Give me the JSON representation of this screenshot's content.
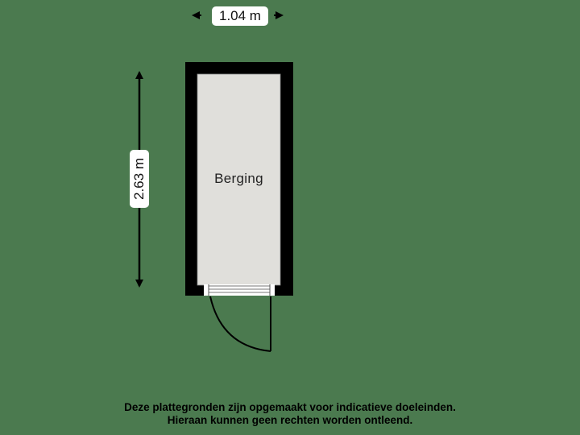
{
  "floorplan": {
    "room": {
      "name": "Berging"
    },
    "dimensions": {
      "width": "1.04 m",
      "length": "2.63 m"
    },
    "colors": {
      "background": "#4b7a4f",
      "wall": "#000000",
      "floor": "#e0dfdb"
    }
  },
  "disclaimer": {
    "line1": "Deze plattegronden zijn opgemaakt voor indicatieve doeleinden.",
    "line2": "Hieraan kunnen geen rechten worden ontleend."
  }
}
